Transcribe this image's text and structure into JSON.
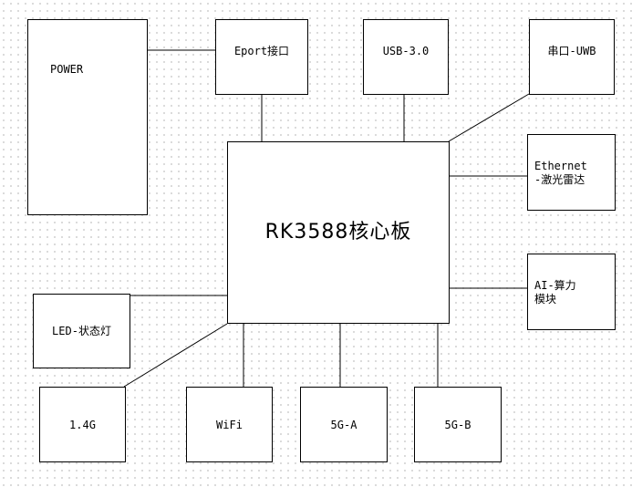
{
  "boxes": {
    "power": "POWER",
    "eport": "Eport接口",
    "usb": "USB-3.0",
    "uart": "串口-UWB",
    "ethernet_line1": "Ethernet",
    "ethernet_line2": "-激光雷达",
    "core": "RK3588核心板",
    "ai_line1": "AI-算力",
    "ai_line2": "模块",
    "led": "LED-状态灯",
    "g14": "1.4G",
    "wifi": "WiFi",
    "g5a": "5G-A",
    "g5b": "5G-B"
  },
  "colors": {
    "line": "#000000",
    "box_fill": "#ffffff",
    "grid_dot": "#cfcfcf"
  }
}
